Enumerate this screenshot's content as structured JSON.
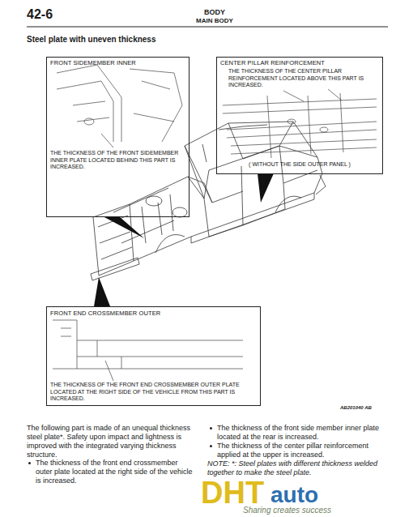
{
  "diagram": {
    "title": "Steel plate with uneven thickness",
    "nodes": [
      {
        "text": [
          "FRONT SIDEMEMBER INNER",
          "THE THICKNESS OF THE FRONT SIDEMEMBER INNER PLATE LOCATED BEHIND THIS PART IS INCREASED."
        ]
      },
      {
        "text": [
          "CENTER PILLAR REINFORCEMENT",
          "THE THICKNESS OF THE CENTER PILLAR REINFORCEMENT LOCATED ABOVE THIS PART IS INCREASED.",
          "( WITHOUT THE SIDE OUTER PANEL )"
        ]
      },
      {
        "text": [
          "FRONT END CROSSMEMBER OUTER",
          "THE THICKNESS OF THE FRONT END CROSSMEMBER OUTER PLATE LOCATED AT THE RIGHT SIDE OF THE VEHICLE FROM THIS PART IS INCREASED."
        ]
      }
    ],
    "labels": [
      "42-6",
      "BODY",
      "MAIN BODY",
      "AB201040 AB",
      "The following part is made of an unequal thickness steel plate*. Safety upon impact and lightness is improved with the integrated varying thickness structure.",
      "The thickness of the front end crossmember outer plate located at the right side of the vehicle is increased.",
      "The thickness of the front side member inner plate located at the rear is increased.",
      "The thickness of the center pillar reinforcement applied at the upper is increased.",
      "NOTE: *: Steel plates with different thickness welded together to make the steel plate.",
      "DHT",
      "auto",
      "Sharing creates success"
    ]
  }
}
